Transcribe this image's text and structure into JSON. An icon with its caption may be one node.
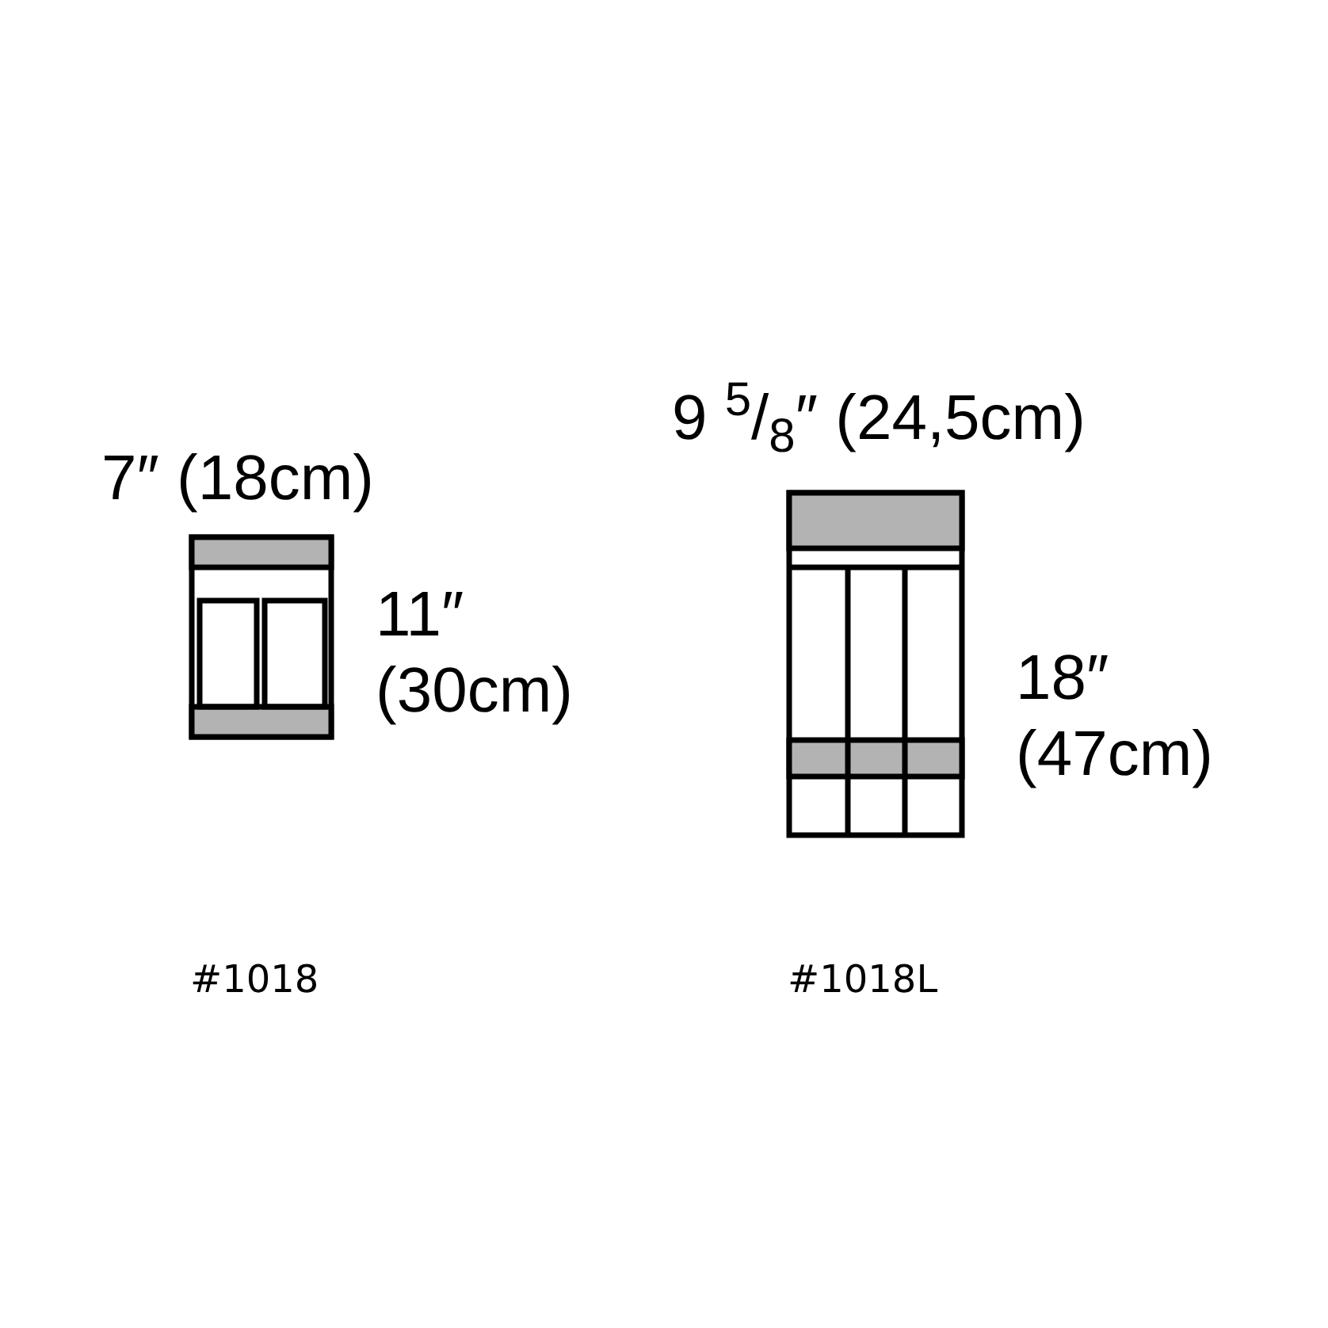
{
  "diagram": {
    "labels": [
      "9 $^{5}$/$_{8}$″ (24,5cm)",
      "7″ (18cm)",
      "11″ (30cm)",
      "18″ (47cm)",
      "#1018",
      "#1018L"
    ]
  }
}
